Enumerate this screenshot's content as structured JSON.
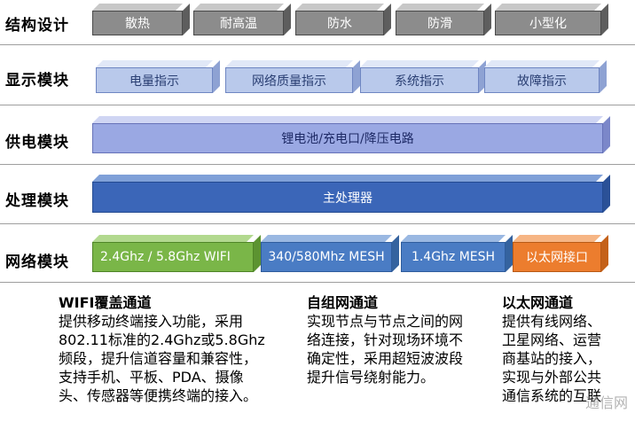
{
  "rows": {
    "structure": {
      "label": "结构设计",
      "items": [
        "散热",
        "耐高温",
        "防水",
        "防滑",
        "小型化"
      ]
    },
    "display": {
      "label": "显示模块",
      "items": [
        "电量指示",
        "网络质量指示",
        "系统指示",
        "故障指示"
      ]
    },
    "power": {
      "label": "供电模块",
      "bar": "锂电池/充电口/降压电路"
    },
    "processing": {
      "label": "处理模块",
      "bar": "主处理器"
    },
    "network": {
      "label": "网络模块",
      "items": [
        "2.4Ghz / 5.8Ghz WIFI",
        "340/580Mhz MESH",
        "1.4Ghz MESH",
        "以太网接口"
      ]
    }
  },
  "descriptions": [
    {
      "title": "WIFI覆盖通道",
      "lines": [
        "提供移动终端接入功能，采用",
        "802.11标准的2.4Ghz或5.8Ghz",
        "频段，提升信道容量和兼容性，",
        "支持手机、平板、PDA、摄像",
        "头、传感器等便携终端的接入。"
      ]
    },
    {
      "title": "自组网通道",
      "lines": [
        "实现节点与节点之间的网",
        "络连接，针对现场环境不",
        "确定性，采用超短波波段",
        "提升信号绕射能力。"
      ]
    },
    {
      "title": "以太网通道",
      "lines": [
        "提供有线网络、",
        "卫星网络、运营",
        "商基站的接入，",
        "实现与外部公共",
        "通信系统的互联"
      ]
    }
  ],
  "watermark": "通信网"
}
